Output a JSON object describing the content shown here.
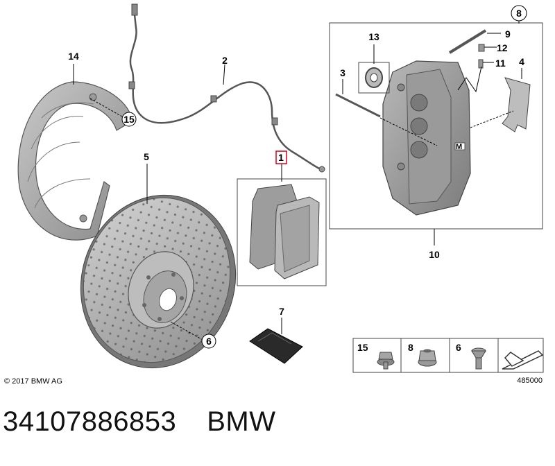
{
  "labels": {
    "p1": "1",
    "p2": "2",
    "p3": "3",
    "p4": "4",
    "p5": "5",
    "p6": "6",
    "p7": "7",
    "p8": "8",
    "p9": "9",
    "p10": "10",
    "p11": "11",
    "p12": "12",
    "p13": "13",
    "p14": "14",
    "p15": "15"
  },
  "legend": {
    "a": "15",
    "b": "8",
    "c": "6"
  },
  "copyright": "© 2017 BMW AG",
  "diagram_id": "485000",
  "caliper_badge": "M",
  "part_number": "34107886853",
  "brand": "BMW",
  "colors": {
    "highlight": "#d0021b",
    "part_gray": "#a9a9a9",
    "frame": "#555555"
  }
}
